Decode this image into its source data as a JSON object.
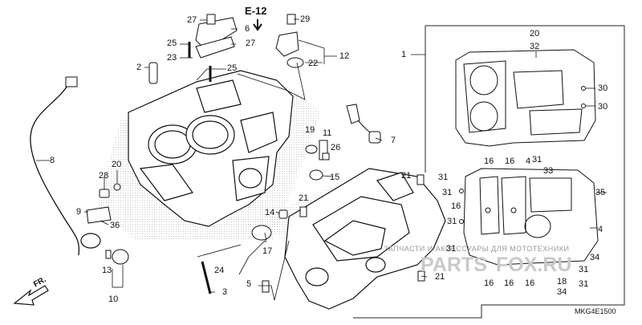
{
  "reference": "E-12",
  "direction_label": "FR.",
  "diagram_code": "MKG4E1500",
  "watermark": {
    "caption": "ЗАПЧАСТИ И АКСЕССУАРЫ ДЛЯ МОТОТЕХНИКИ",
    "logo_left": "PARTS",
    "logo_right": "FOX.RU"
  },
  "callouts": {
    "c27a": "27",
    "c6": "6",
    "c29": "29",
    "c25a": "25",
    "c27b": "27",
    "c23": "23",
    "c25b": "25",
    "c22": "22",
    "c12": "12",
    "c2": "2",
    "c1": "1",
    "c20a": "20",
    "c32a": "32",
    "c30a": "30",
    "c30b": "30",
    "c19": "19",
    "c11": "11",
    "c26": "26",
    "c7": "7",
    "c15": "15",
    "c8": "8",
    "c28": "28",
    "c20b": "20",
    "c21a": "21",
    "c21b": "21",
    "c16a": "16",
    "c16b": "16",
    "c4a": "4",
    "c31a": "31",
    "c33": "33",
    "c31b": "31",
    "c31c": "31",
    "c35": "35",
    "c16c": "16",
    "c31d": "31",
    "c9": "9",
    "c36": "36",
    "c14": "14",
    "c4b": "4",
    "c17": "17",
    "c13": "13",
    "c24": "24",
    "c31e": "31",
    "c34a": "34",
    "c21c": "21",
    "c31f": "31",
    "c16d": "16",
    "c16e": "16",
    "c16f": "16",
    "c18": "18",
    "c34b": "34",
    "c31g": "31",
    "c3": "3",
    "c5": "5",
    "c10": "10"
  }
}
